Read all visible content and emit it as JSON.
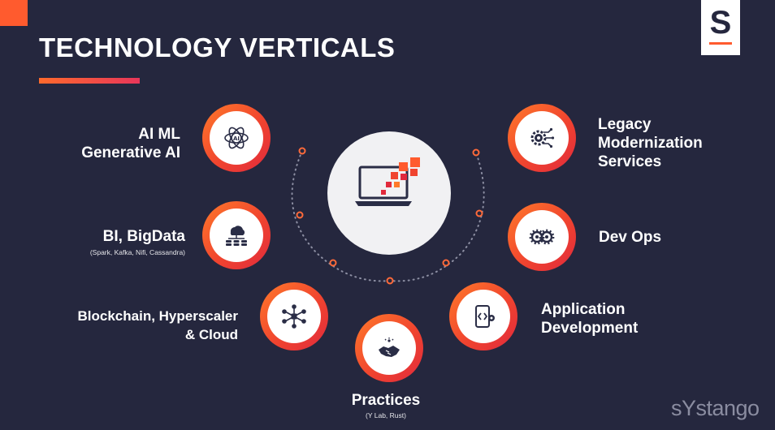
{
  "title": "TECHNOLOGY VERTICALS",
  "logo_letter": "S",
  "brand": "sYstango",
  "colors": {
    "background": "#25273e",
    "accent": "#ff5b2e",
    "accent_dark": "#e12a3c"
  },
  "verticals": {
    "ai_ml": {
      "line1": "AI ML",
      "line2": "Generative AI",
      "icon": "ai-brain-icon"
    },
    "bi": {
      "line1": "BI, BigData",
      "sub": "(Spark, Kafka, Nifi, Cassandra)",
      "icon": "cloud-database-icon"
    },
    "blockchain": {
      "line1": "Blockchain, Hyperscaler",
      "line2": "& Cloud",
      "icon": "network-nodes-icon"
    },
    "practices": {
      "line1": "Practices",
      "sub": "(Y Lab, Rust)",
      "icon": "handshake-icon"
    },
    "app_dev": {
      "line1": "Application",
      "line2": "Development",
      "icon": "mobile-code-icon"
    },
    "devops": {
      "line1": "Dev Ops",
      "icon": "gears-icon"
    },
    "legacy": {
      "line1": "Legacy",
      "line2": "Modernization",
      "line3": "Services",
      "icon": "gear-circuit-icon"
    }
  },
  "center_icon": "laptop-pixels-icon"
}
